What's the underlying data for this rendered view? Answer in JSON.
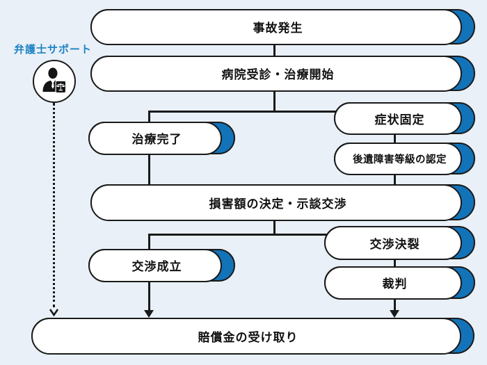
{
  "figure": {
    "type": "flowchart",
    "subject": "traffic accident compensation process"
  },
  "colors": {
    "background": "#e9f0f7",
    "accent_blue": "#1373b8",
    "node_fill": "#ffffff",
    "line": "#1a1a1a",
    "lawyer_label_blue": "#1e82c5"
  },
  "lawyer_support": {
    "label": "弁護士サポート",
    "icon": "lawyer-scales-icon"
  },
  "nodes": [
    {
      "id": "accident",
      "label": "事故発生"
    },
    {
      "id": "hospital-treatment",
      "label": "病院受診・治療開始"
    },
    {
      "id": "treatment-complete",
      "label": "治療完了"
    },
    {
      "id": "symptoms-fixed",
      "label": "症状固定"
    },
    {
      "id": "disability-grade",
      "label": "後遺障害等級の認定"
    },
    {
      "id": "damages-negotiation",
      "label": "損害額の決定・示談交渉"
    },
    {
      "id": "negotiation-settled",
      "label": "交渉成立"
    },
    {
      "id": "negotiation-breakdown",
      "label": "交渉決裂"
    },
    {
      "id": "trial",
      "label": "裁判"
    },
    {
      "id": "compensation-received",
      "label": "賠償金の受け取り"
    }
  ],
  "edges": [
    {
      "from": "事故発生",
      "to": "病院受診・治療開始",
      "style": "solid"
    },
    {
      "from": "病院受診・治療開始",
      "to": "治療完了",
      "style": "solid"
    },
    {
      "from": "病院受診・治療開始",
      "to": "症状固定",
      "style": "solid"
    },
    {
      "from": "症状固定",
      "to": "後遺障害等級の認定",
      "style": "solid"
    },
    {
      "from": "治療完了",
      "to": "損害額の決定・示談交渉",
      "style": "solid"
    },
    {
      "from": "後遺障害等級の認定",
      "to": "損害額の決定・示談交渉",
      "style": "solid"
    },
    {
      "from": "損害額の決定・示談交渉",
      "to": "交渉成立",
      "style": "solid"
    },
    {
      "from": "損害額の決定・示談交渉",
      "to": "交渉決裂",
      "style": "solid"
    },
    {
      "from": "交渉決裂",
      "to": "裁判",
      "style": "solid"
    },
    {
      "from": "交渉成立",
      "to": "賠償金の受け取り",
      "style": "solid-arrow"
    },
    {
      "from": "裁判",
      "to": "賠償金の受け取り",
      "style": "solid-arrow"
    },
    {
      "from": "弁護士サポート",
      "to": "賠償金の受け取り",
      "style": "dotted-arrow"
    }
  ]
}
